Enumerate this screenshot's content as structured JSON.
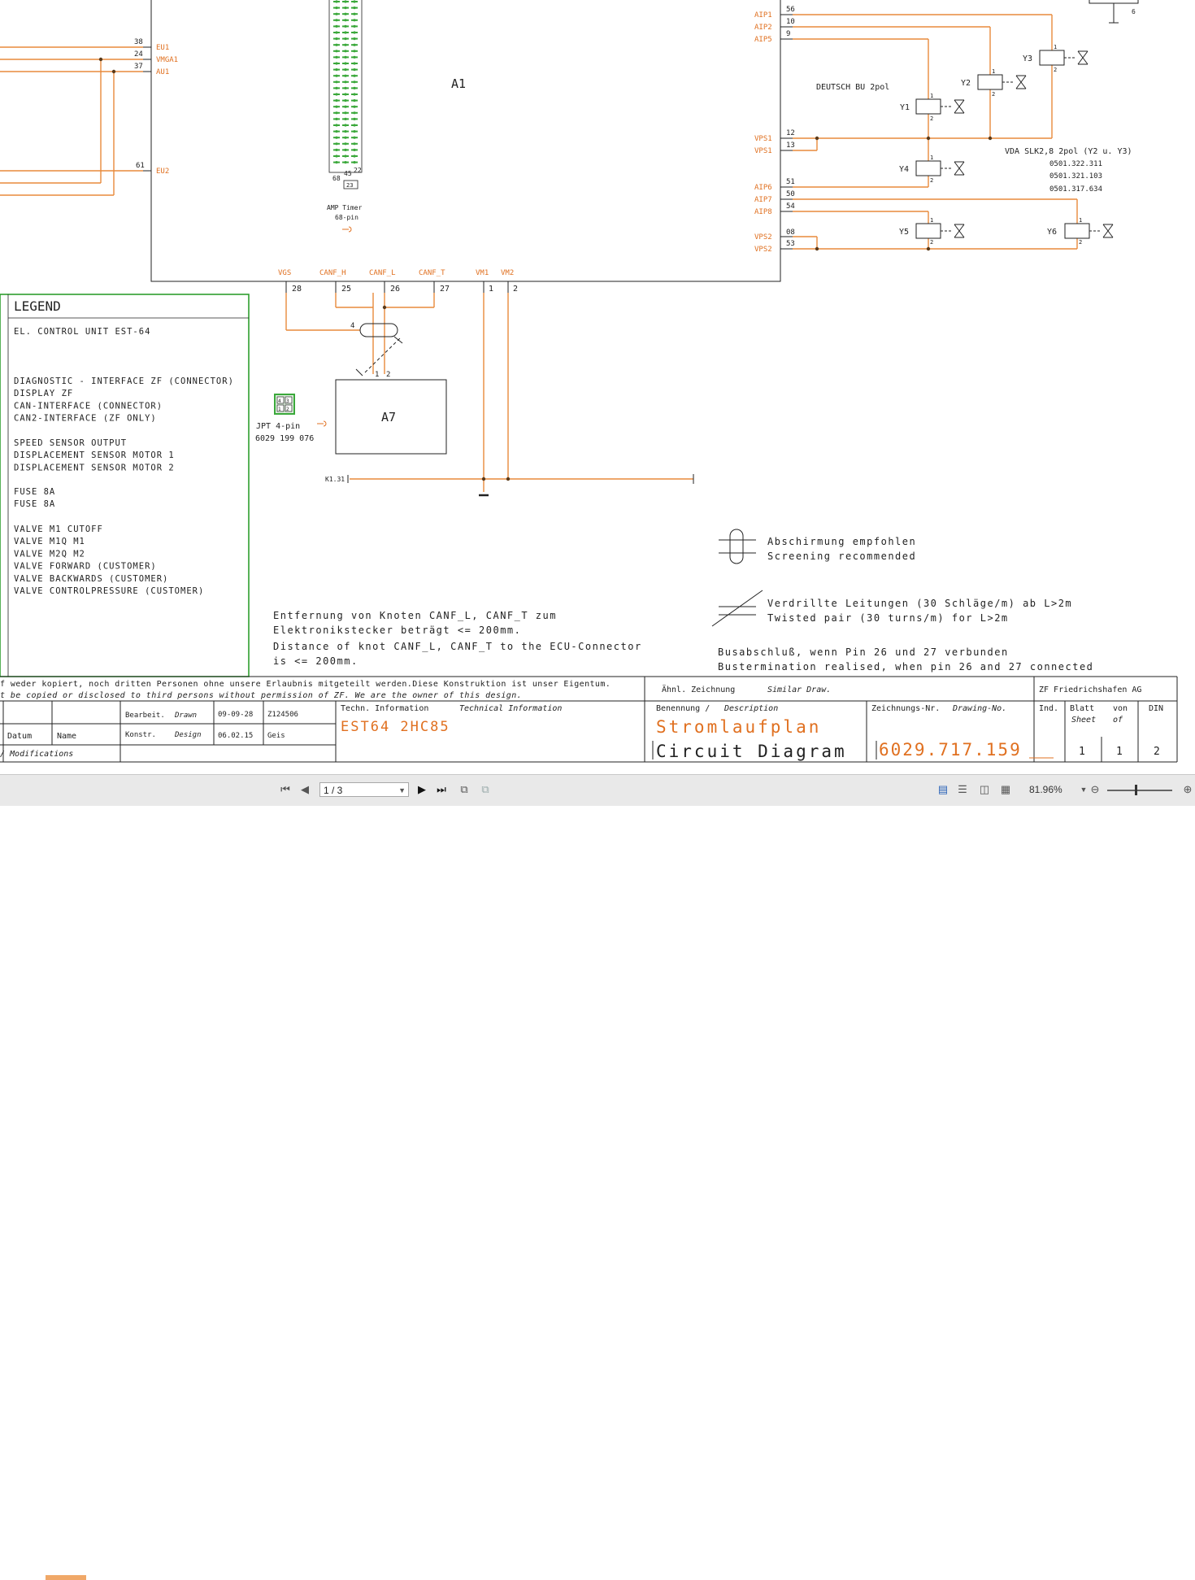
{
  "main_unit": {
    "label": "A1",
    "left_pins": [
      {
        "num": "38",
        "name": "EU1"
      },
      {
        "num": "24",
        "name": "VMGA1"
      },
      {
        "num": "37",
        "name": "AU1"
      },
      {
        "num": "61",
        "name": "EU2"
      }
    ],
    "right_pins": [
      {
        "name": "AIP1",
        "num": "56"
      },
      {
        "name": "AIP2",
        "num": "10"
      },
      {
        "name": "AIP5",
        "num": "9"
      },
      {
        "name": "VPS1",
        "num": "12"
      },
      {
        "name": "VPS1",
        "num": "13"
      },
      {
        "name": "AIP6",
        "num": "51"
      },
      {
        "name": "AIP7",
        "num": "50"
      },
      {
        "name": "AIP8",
        "num": "54"
      },
      {
        "name": "VPS2",
        "num": "08"
      },
      {
        "name": "VPS2",
        "num": "53"
      }
    ],
    "bottom_pins": [
      {
        "name": "VGS",
        "num": "28"
      },
      {
        "name": "CANF_H",
        "num": "25"
      },
      {
        "name": "CANF_L",
        "num": "26"
      },
      {
        "name": "CANF_T",
        "num": "27"
      },
      {
        "name": "VM1",
        "num": "1"
      },
      {
        "name": "VM2",
        "num": "2"
      }
    ],
    "connector": {
      "pin_a": "68",
      "pin_b": "45",
      "pin_c": "22",
      "pin_d": "23",
      "name": "AMP Timer",
      "pins": "68-pin"
    }
  },
  "valves": {
    "y1": "Y1",
    "y2": "Y2",
    "y3": "Y3",
    "y4": "Y4",
    "y5": "Y5",
    "y6": "Y6",
    "pin1": "1",
    "pin2": "2",
    "deutsch": "DEUTSCH BU 2pol",
    "vda": "VDA SLK2,8 2pol (Y2 u. Y3)",
    "part_numbers": [
      "0501.322.311",
      "0501.321.103",
      "0501.317.634"
    ],
    "top_pin": "6"
  },
  "legend": {
    "title": "LEGEND",
    "groups": [
      [
        "EL. CONTROL UNIT EST-64"
      ],
      [
        "DIAGNOSTIC - INTERFACE ZF (CONNECTOR)",
        "DISPLAY ZF",
        "CAN-INTERFACE (CONNECTOR)",
        "CAN2-INTERFACE (ZF ONLY)"
      ],
      [
        "SPEED SENSOR OUTPUT",
        "DISPLACEMENT SENSOR MOTOR 1",
        "DISPLACEMENT SENSOR MOTOR 2"
      ],
      [
        "FUSE 8A",
        "FUSE 8A"
      ],
      [
        "VALVE M1 CUTOFF",
        "VALVE M1Q M1",
        "VALVE M2Q M2",
        "VALVE FORWARD (CUSTOMER)",
        "VALVE BACKWARDS (CUSTOMER)",
        "VALVE CONTROLPRESSURE (CUSTOMER)"
      ]
    ]
  },
  "a7": {
    "label": "A7",
    "twist_pin": "4",
    "pin1": "1",
    "pin2": "2"
  },
  "jpt": {
    "name": "JPT 4-pin",
    "part": "6029 199 076",
    "pins": [
      "4",
      "3",
      "1",
      "2"
    ]
  },
  "ground": {
    "label": "K1.31"
  },
  "notes": {
    "distance_de_1": "Entfernung von Knoten CANF_L, CANF_T zum",
    "distance_de_2": "Elektronikstecker beträgt <= 200mm.",
    "distance_en_1": "Distance of knot CANF_L, CANF_T to the ECU-Connector",
    "distance_en_2": "is <= 200mm.",
    "shield_de": "Abschirmung empfohlen",
    "shield_en": "Screening recommended",
    "twisted_de": "Verdrillte Leitungen (30 Schläge/m) ab L>2m",
    "twisted_en": "Twisted pair (30 turns/m) for L>2m",
    "term_de": "Busabschluß, wenn Pin 26 und 27 verbunden",
    "term_en": "Bustermination realised, when pin 26 and 27 connected"
  },
  "title_block": {
    "copyright_de": "f weder kopiert, noch dritten Personen ohne unsere Erlaubnis mitgeteilt werden.Diese Konstruktion ist unser Eigentum.",
    "copyright_en": "t be copied or disclosed to third persons without permission of ZF.  We are the owner of this design.",
    "similar_de": "Ähnl. Zeichnung",
    "similar_en": "Similar Draw.",
    "company": "ZF Friedrichshafen AG",
    "bearbeit": "Bearbeit.",
    "drawn": "Drawn",
    "drawn_date": "09-09-28",
    "drawn_name": "Z124506",
    "konstr": "Konstr.",
    "design": "Design",
    "design_date": "06.02.15",
    "design_name": "Geis",
    "datum": "Datum",
    "name": "Name",
    "modifications": "/ Modifications",
    "techn_de": "Techn. Information",
    "techn_en": "Technical Information",
    "techn_value": "EST64 2HC85",
    "benennung_de": "Benennung /",
    "benennung_en": "Description",
    "desc_de": "Stromlaufplan",
    "desc_en": "Circuit Diagram",
    "zeichnung_de": "Zeichnungs-Nr.",
    "zeichnung_en": "Drawing-No.",
    "drawing_no": "6029.717.159",
    "ind": "Ind.",
    "blatt": "Blatt",
    "sheet": "Sheet",
    "von": "von",
    "of": "of",
    "din": "DIN",
    "ind_val": "1",
    "sheet_val": "1",
    "din_val": "2"
  },
  "viewer": {
    "page": "1 / 3",
    "zoom": "81.96%"
  },
  "colors": {
    "wire": "#e88a3c",
    "pin_label": "#e07020",
    "line": "#222222",
    "legend_border": "#2e9e2e",
    "connector_green": "#3aa83a"
  }
}
